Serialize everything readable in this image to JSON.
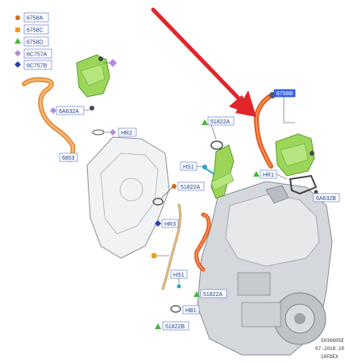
{
  "legend": [
    {
      "marker": "circle",
      "color": "#d2691e",
      "code": "6758A"
    },
    {
      "marker": "square",
      "color": "#f39a1e",
      "code": "6758C"
    },
    {
      "marker": "triangle",
      "color": "#49b43f",
      "code": "6758D"
    },
    {
      "marker": "diamond",
      "color": "#b58be0",
      "code": "6C757A"
    },
    {
      "marker": "diamond",
      "color": "#2b3fae",
      "code": "6C757B"
    }
  ],
  "callouts": {
    "c_6a632a": "6A632A",
    "c_6853": "6853",
    "c_hr2": "HR2",
    "c_51822a_1": "51822A",
    "c_hs1_top": "HS1",
    "c_51822a_2": "51822A",
    "c_hr3": "HR3",
    "c_hs1_bot": "HS1",
    "c_51822a_3": "51822A",
    "c_hb1": "HB1",
    "c_51822b": "51822B",
    "c_hr1": "HR1",
    "c_6a632b": "6A632B",
    "c_top_right": "6758B"
  },
  "footer": {
    "line1": "5030605E",
    "line2": "07-2018 28",
    "line3": "10FDEX"
  },
  "colors": {
    "hose": "#e85a1a",
    "arrow": "#e0262b",
    "bracket": "#8fd14f",
    "engine": "#cfd2d6"
  }
}
